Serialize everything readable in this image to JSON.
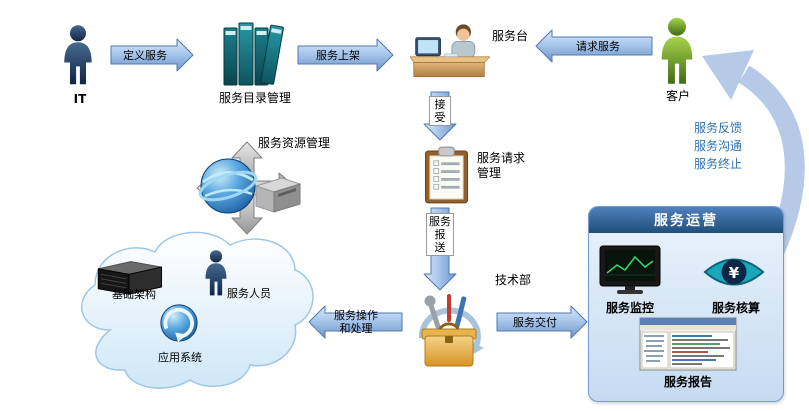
{
  "nodes": {
    "it": {
      "label": "IT"
    },
    "catalog": {
      "label": "服务目录管理"
    },
    "service_desk": {
      "label": "服务台"
    },
    "customer": {
      "label": "客户"
    },
    "request_mgmt": {
      "label": "服务请求\n管理"
    },
    "resource_mgmt": {
      "label": "服务资源管理"
    },
    "tech_dept": {
      "label": "技术部"
    },
    "infrastructure": {
      "label": "基础架构"
    },
    "service_staff": {
      "label": "服务人员"
    },
    "app_system": {
      "label": "应用系统"
    }
  },
  "operations": {
    "title": "服务运营",
    "monitoring_label": "服务监控",
    "accounting_label": "服务核算",
    "report_label": "服务报告",
    "accounting_symbol": "¥"
  },
  "arrows": {
    "define_service": "定义服务",
    "service_launch": "服务上架",
    "request_service": "请求服务",
    "accept": "接\n受",
    "service_submit": "服务\n报\n送",
    "service_operation": "服务操作\n和处理",
    "service_delivery": "服务交付",
    "feedback_lines": "服务反馈\n服务沟通\n服务终止"
  }
}
